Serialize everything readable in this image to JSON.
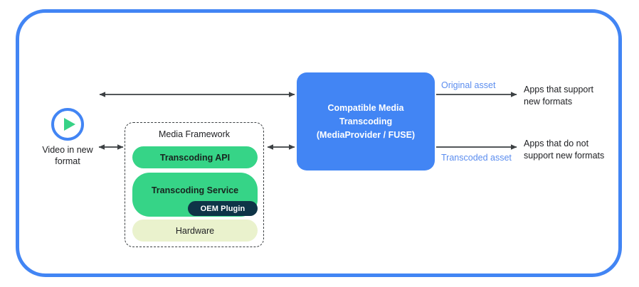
{
  "diagram": {
    "frame": {
      "border_color": "#4285f4"
    },
    "source": {
      "icon": "play-circle-icon",
      "icon_ring_color": "#4285f4",
      "icon_triangle_color": "#37d286",
      "caption": "Video in new format"
    },
    "framework": {
      "title": "Media Framework",
      "border_style": "dashed",
      "layers": [
        {
          "label": "Transcoding API",
          "color": "#36d487"
        },
        {
          "label": "Transcoding Service",
          "color": "#36d487"
        },
        {
          "label": "Hardware",
          "color": "#eaf2cd"
        }
      ],
      "badge": {
        "label": "OEM Plugin",
        "color": "#0e3447",
        "text_color": "#ffffff"
      }
    },
    "cmt": {
      "line1": "Compatible Media",
      "line2": "Transcoding",
      "line3": "(MediaProvider / FUSE)",
      "color": "#4285f4",
      "text_color": "#ffffff"
    },
    "assets": [
      {
        "label": "Original asset",
        "color": "#5b8def"
      },
      {
        "label": "Transcoded asset",
        "color": "#5b8def"
      }
    ],
    "consumers": [
      {
        "line1": "Apps that support",
        "line2": "new formats"
      },
      {
        "line1": "Apps that do not",
        "line2": "support new formats"
      }
    ],
    "arrows": [
      {
        "name": "video-to-cmt",
        "type": "double-headed",
        "color": "#3c4043"
      },
      {
        "name": "video-to-framework",
        "type": "double-headed",
        "color": "#3c4043"
      },
      {
        "name": "framework-to-cmt",
        "type": "double-headed",
        "color": "#3c4043"
      },
      {
        "name": "cmt-to-supporting-apps",
        "type": "single-headed",
        "color": "#3c4043"
      },
      {
        "name": "cmt-to-nonsupporting-apps",
        "type": "single-headed",
        "color": "#3c4043"
      }
    ]
  }
}
